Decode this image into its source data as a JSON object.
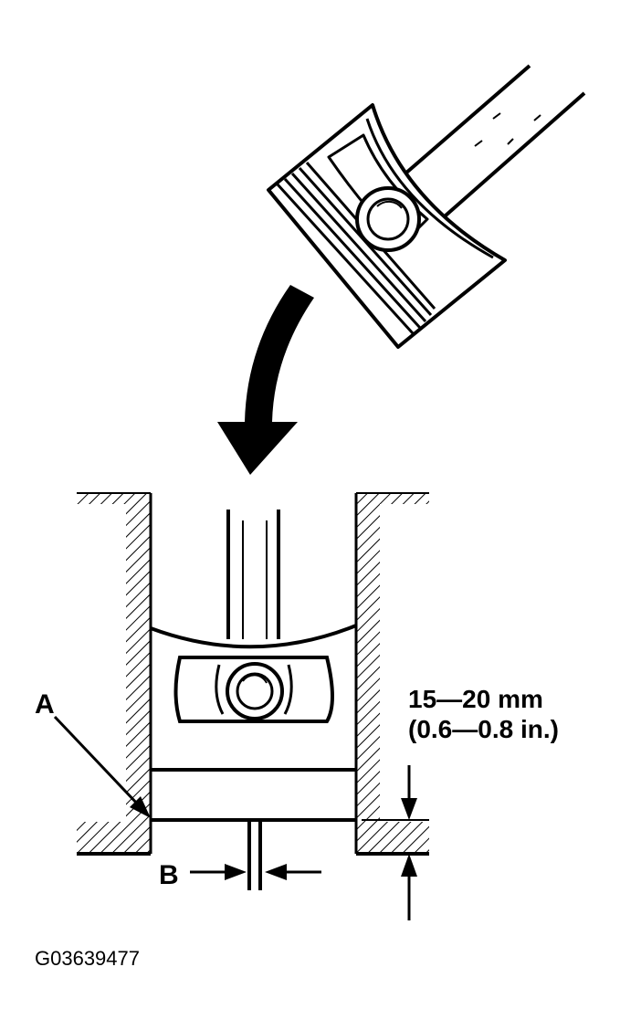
{
  "labels": {
    "callout_a": "A",
    "callout_b": "B",
    "measure_line1": "15—20 mm",
    "measure_line2": "(0.6—0.8 in.)",
    "figure_code": "G03639477"
  },
  "colors": {
    "ink": "#000000",
    "paper": "#ffffff"
  }
}
